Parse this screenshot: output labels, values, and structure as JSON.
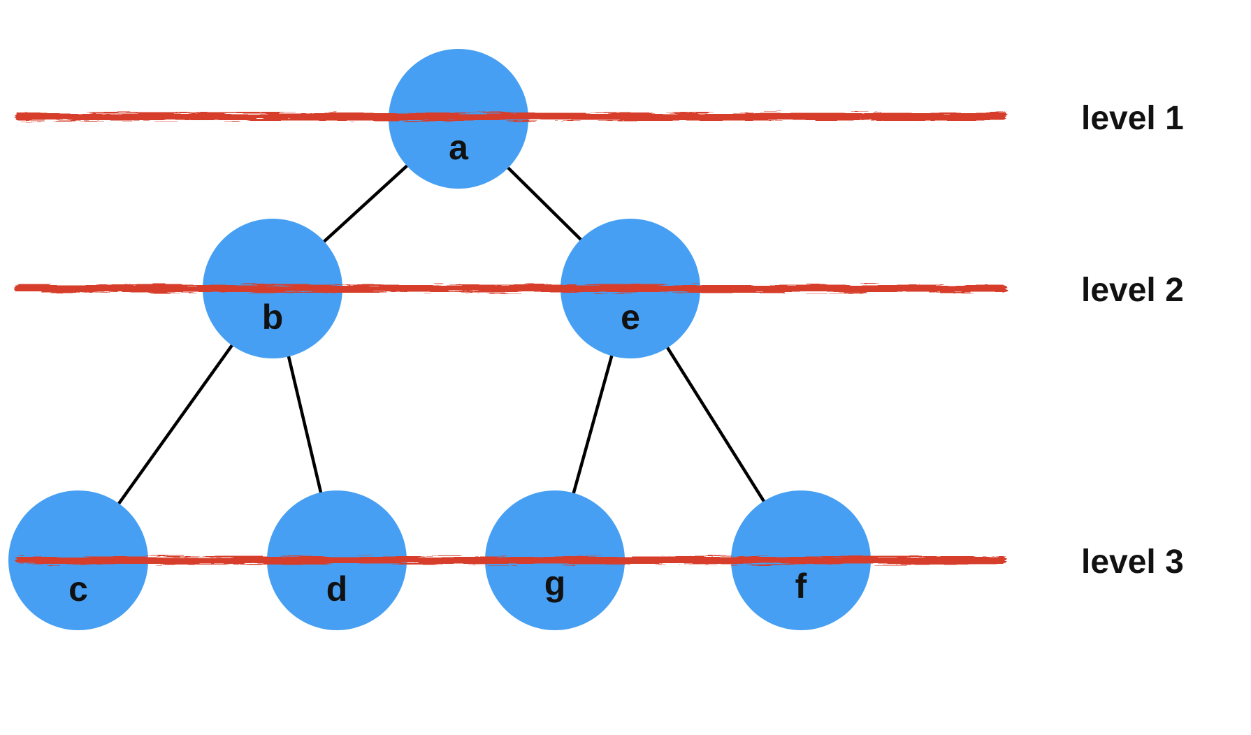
{
  "diagram": {
    "type": "tree",
    "nodes": [
      {
        "id": "a",
        "label": "a",
        "level": 1
      },
      {
        "id": "b",
        "label": "b",
        "level": 2
      },
      {
        "id": "e",
        "label": "e",
        "level": 2
      },
      {
        "id": "c",
        "label": "c",
        "level": 3
      },
      {
        "id": "d",
        "label": "d",
        "level": 3
      },
      {
        "id": "g",
        "label": "g",
        "level": 3
      },
      {
        "id": "f",
        "label": "f",
        "level": 3
      }
    ],
    "edges": [
      {
        "from": "a",
        "to": "b"
      },
      {
        "from": "a",
        "to": "e"
      },
      {
        "from": "b",
        "to": "c"
      },
      {
        "from": "b",
        "to": "d"
      },
      {
        "from": "e",
        "to": "g"
      },
      {
        "from": "e",
        "to": "f"
      }
    ],
    "levels": [
      {
        "label": "level 1"
      },
      {
        "label": "level 2"
      },
      {
        "label": "level 3"
      }
    ],
    "colors": {
      "node_fill": "#469ff2",
      "edge_stroke": "#000000",
      "level_line": "#d63e2c",
      "text": "#111111"
    }
  }
}
